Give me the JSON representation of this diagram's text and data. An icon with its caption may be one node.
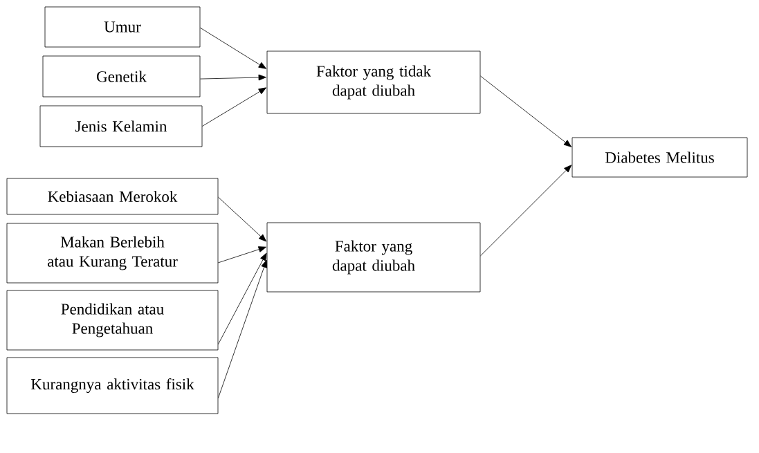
{
  "diagram": {
    "nodes": [
      {
        "text": [
          "Umur"
        ]
      },
      {
        "text": [
          "Genetik"
        ]
      },
      {
        "text": [
          "Jenis Kelamin"
        ]
      },
      {
        "text": [
          "Faktor yang tidak dapat diubah"
        ]
      },
      {
        "text": [
          "Diabetes Melitus"
        ]
      },
      {
        "text": [
          "Kebiasaan Merokok"
        ]
      },
      {
        "text": [
          "Makan Berlebih atau Kurang Teratur"
        ]
      },
      {
        "text": [
          "Pendidikan atau Pengetahuan"
        ]
      },
      {
        "text": [
          "Kurangnya aktivitas fisik"
        ]
      },
      {
        "text": [
          "Faktor yang dapat diubah"
        ]
      }
    ],
    "edges": [
      {
        "from": 0,
        "to": 3,
        "arrow": "to"
      },
      {
        "from": 1,
        "to": 3,
        "arrow": "to"
      },
      {
        "from": 2,
        "to": 3,
        "arrow": "to"
      },
      {
        "from": 3,
        "to": 4,
        "arrow": "to"
      },
      {
        "from": 5,
        "to": 9,
        "arrow": "to"
      },
      {
        "from": 6,
        "to": 9,
        "arrow": "to"
      },
      {
        "from": 7,
        "to": 9,
        "arrow": "to"
      },
      {
        "from": 8,
        "to": 9,
        "arrow": "to"
      },
      {
        "from": 9,
        "to": 4,
        "arrow": "to"
      }
    ]
  }
}
